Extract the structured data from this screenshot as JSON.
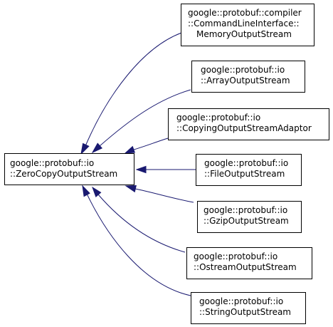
{
  "diagram": {
    "base": {
      "lines": [
        "google::protobuf::io",
        "::ZeroCopyOutputStream"
      ]
    },
    "derived": [
      {
        "id": "memory",
        "lines": [
          "google::protobuf::compiler",
          "::CommandLineInterface::",
          "MemoryOutputStream"
        ]
      },
      {
        "id": "array",
        "lines": [
          "google::protobuf::io",
          "::ArrayOutputStream"
        ]
      },
      {
        "id": "copying",
        "lines": [
          "google::protobuf::io",
          "::CopyingOutputStreamAdaptor"
        ]
      },
      {
        "id": "file",
        "lines": [
          "google::protobuf::io",
          "::FileOutputStream"
        ]
      },
      {
        "id": "gzip",
        "lines": [
          "google::protobuf::io",
          "::GzipOutputStream"
        ]
      },
      {
        "id": "ostream",
        "lines": [
          "google::protobuf::io",
          "::OstreamOutputStream"
        ]
      },
      {
        "id": "string",
        "lines": [
          "google::protobuf::io",
          "::StringOutputStream"
        ]
      }
    ],
    "colors": {
      "edge": "#191970",
      "box_border": "#000000",
      "box_fill": "#ffffff",
      "text": "#000000"
    }
  }
}
